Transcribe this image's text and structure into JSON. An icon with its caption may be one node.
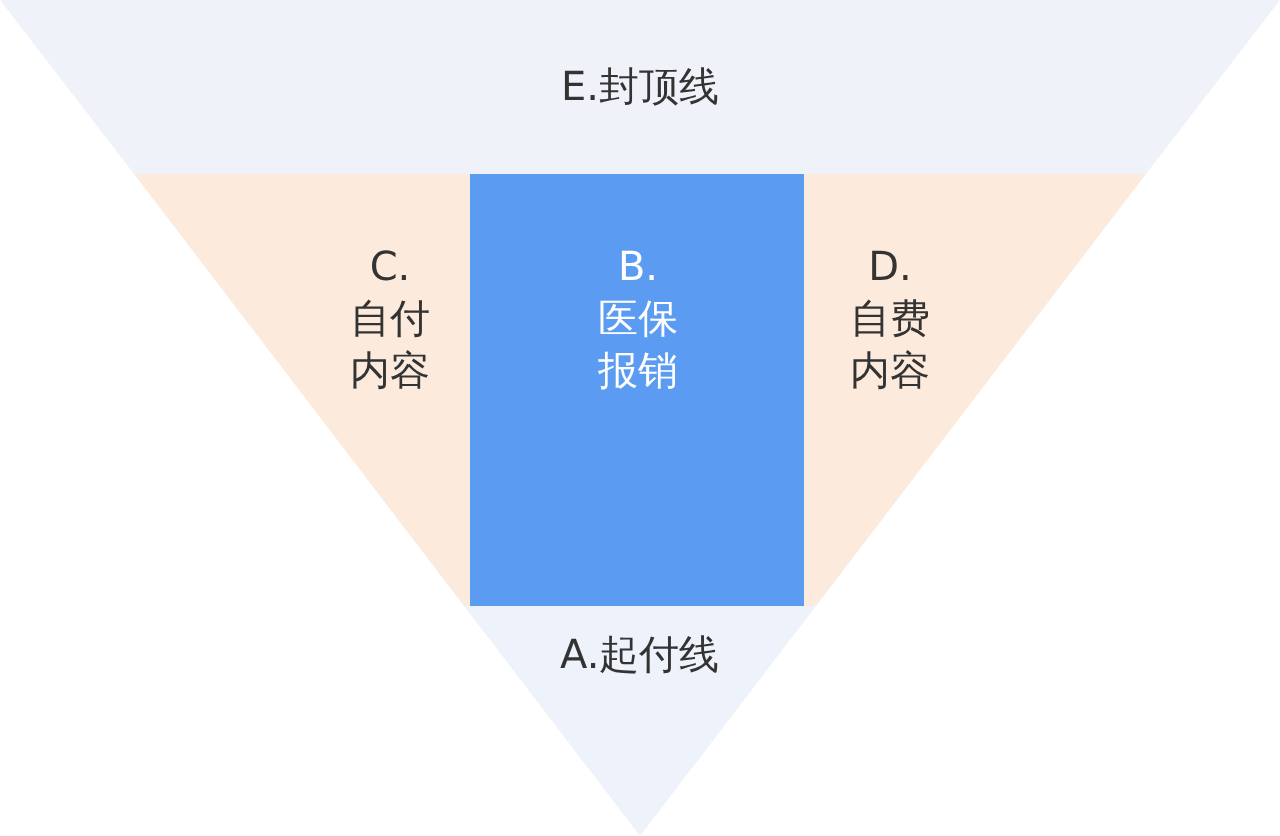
{
  "diagram": {
    "nodes": [
      {
        "text": [
          "E.封顶线"
        ]
      },
      {
        "text": [
          "C. 自付内容"
        ]
      },
      {
        "text": [
          "B. 医保报销"
        ]
      },
      {
        "text": [
          "D. 自费内容"
        ]
      },
      {
        "text": [
          "A.起付线"
        ]
      }
    ]
  }
}
